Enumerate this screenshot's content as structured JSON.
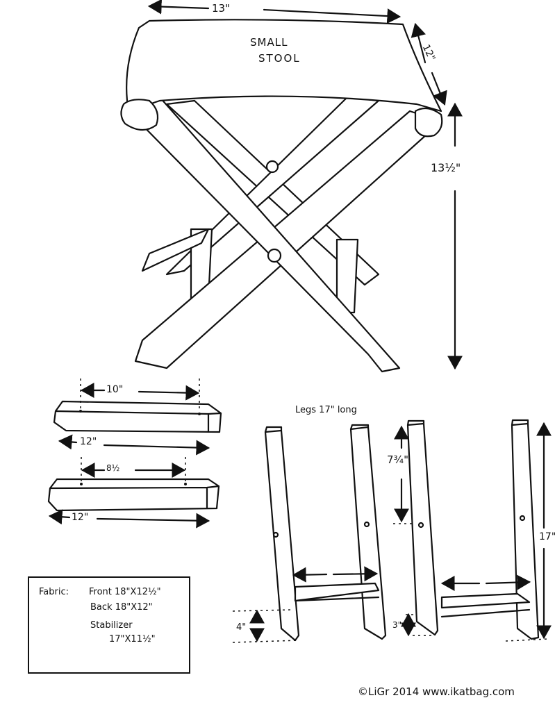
{
  "title": {
    "line1": "SMALL",
    "line2": "STOOL"
  },
  "dimensions": {
    "seat_width": "13\"",
    "seat_depth": "12\"",
    "stool_height": "13½\"",
    "front_stretcher_holes": "10\"",
    "front_stretcher_length": "12\"",
    "back_stretcher_holes": "8½",
    "back_stretcher_length": "12\"",
    "legs_label": "Legs 17\" long",
    "hole_from_top": "7¾\"",
    "leg_length": "17\"",
    "front_stretcher_height": "4\"",
    "back_stretcher_height": "3\""
  },
  "fabric": {
    "label": "Fabric:",
    "front": "Front 18\"X12½\"",
    "back": "Back 18\"X12\"",
    "stabilizer_label": "Stabilizer",
    "stabilizer_size": "17\"X11½\""
  },
  "credit": "©LiGr 2014 www.ikatbag.com"
}
